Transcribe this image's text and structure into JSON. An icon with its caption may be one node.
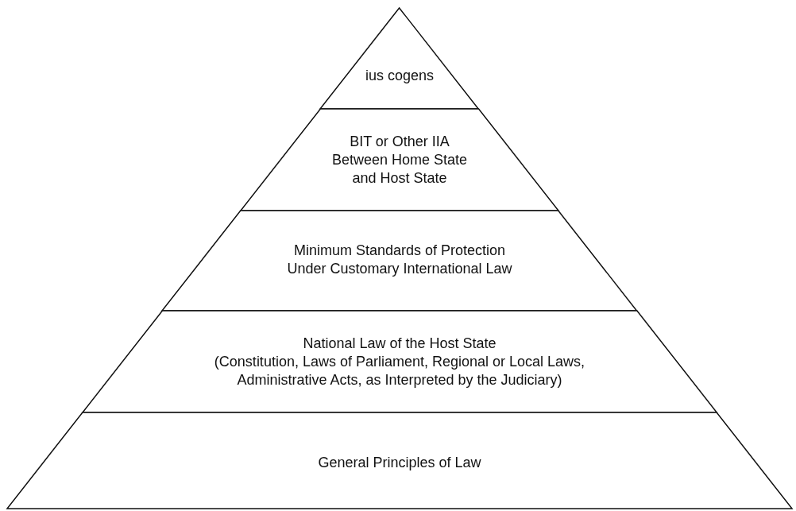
{
  "diagram": {
    "nodes": [
      {
        "text": [
          "ius cogens"
        ]
      },
      {
        "text": [
          "BIT or Other IIA Between Home State and Host State"
        ]
      },
      {
        "text": [
          "Minimum Standards of Protection Under Customary International Law"
        ]
      },
      {
        "text": [
          "National Law of the Host State",
          "(Constitution, Laws of Parliament, Regional or Local Laws, Administrative Acts, as Interpreted by the Judiciary)"
        ]
      },
      {
        "text": [
          "General Principles of Law"
        ]
      }
    ]
  }
}
